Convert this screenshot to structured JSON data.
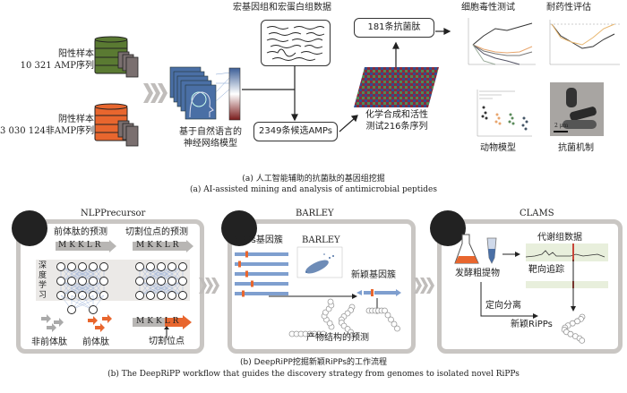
{
  "part_a": {
    "positive": {
      "label": "阳性样本",
      "count": "10 321 AMP序列"
    },
    "negative": {
      "label": "阴性样本",
      "count": "3 030 124非AMP序列"
    },
    "model_label_line1": "基于自然语言的",
    "model_label_line2": "神经网络模型",
    "metagenome_label": "宏基因组和宏蛋白组数据",
    "candidates_box": "2349条候选AMPs",
    "synthesis_line1": "化学合成和活性",
    "synthesis_line2": "测试216条序列",
    "result_box": "181条抗菌肽",
    "cytotoxicity_label": "细胞毒性测试",
    "resistance_label": "耐药性评估",
    "animal_label": "动物模型",
    "mechanism_label": "抗菌机制",
    "scale_bar": "2 μm",
    "caption_cn": "(a) 人工智能辅助的抗菌肽的基因组挖掘",
    "caption_en": "(a) AI-assisted mining and analysis of antimicrobial peptides",
    "colors": {
      "positive": "#5a7a32",
      "negative": "#e8662e",
      "model": "#4a6fa5"
    }
  },
  "part_b": {
    "nlp": {
      "title": "NLPPrecursor",
      "precursor_pred": "前体肽的预测",
      "cleavage_pred": "切割位点的预测",
      "sequence": [
        "M",
        "K",
        "K",
        "L",
        "R"
      ],
      "deep_learning": [
        "深",
        "度",
        "学",
        "习"
      ],
      "non_precursor": "非前体肽",
      "precursor": "前体肽",
      "cleavage_site": "切割位点"
    },
    "barley": {
      "title": "BARLEY",
      "clusters_label": "RiPPs基因簇",
      "plot_label": "BARLEY",
      "novel_cluster": "新颖基因簇",
      "structure_pred": "产物结构的预测"
    },
    "clams": {
      "title": "CLAMS",
      "metabolome": "代谢组数据",
      "extract": "发酵粗提物",
      "tracking": "靶向追踪",
      "isolation": "定向分离",
      "novel_ripps": "新颖RiPPs"
    },
    "caption_cn": "(b) DeepRiPP挖掘新颖RiPPs的工作流程",
    "caption_en": "(b) The DeepRiPP workflow that guides the discovery strategy from genomes to isolated novel RiPPs",
    "colors": {
      "panel_border": "#c9c6c3",
      "orange": "#e8662e",
      "blue": "#7f9fcf"
    }
  }
}
